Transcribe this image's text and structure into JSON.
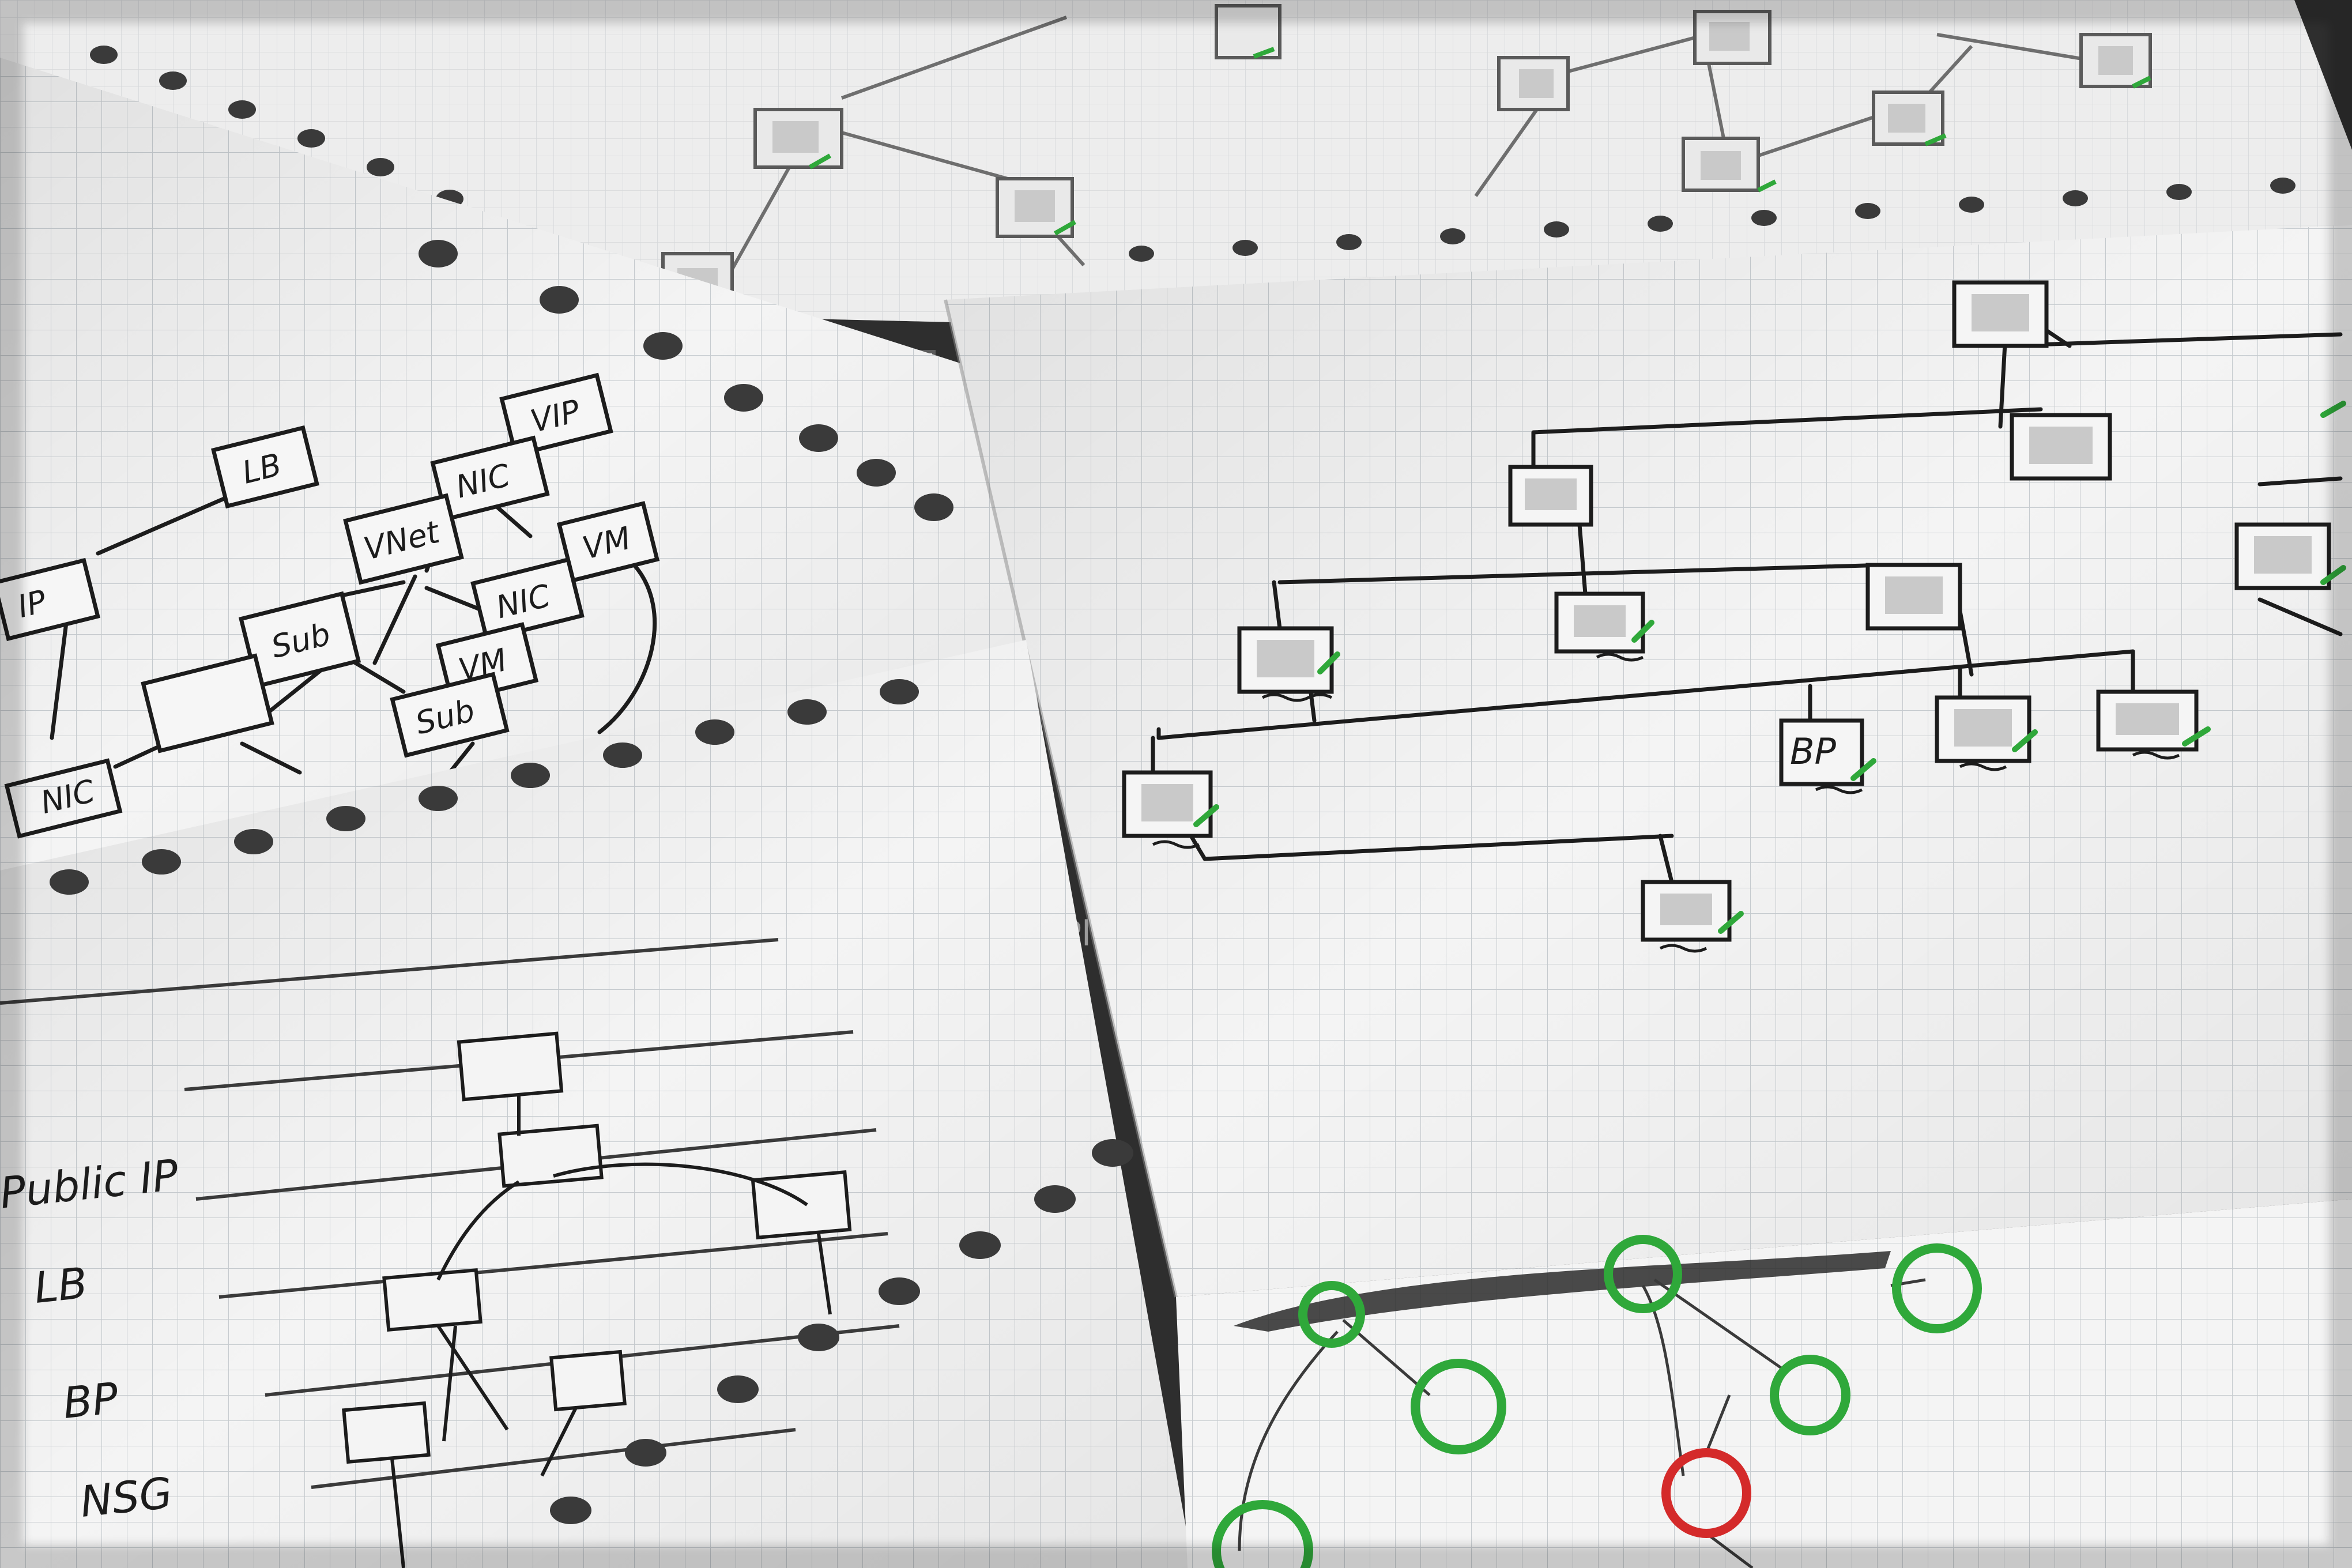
{
  "photo": {
    "subject": "hand-drawn-network-diagram-sketches-on-grid-paper",
    "ink_color": "#1c1c1c",
    "check_color": "#2fa83a",
    "alert_color": "#d42a2a",
    "redaction_color": "#c9c9c9"
  },
  "sheet_left": {
    "node_labels": [
      "VIP",
      "NIC",
      "VM",
      "LB",
      "VNet",
      "NIC",
      "VM",
      "IP",
      "Sub",
      "Sub",
      "NIC"
    ]
  },
  "sheet_bottom_left": {
    "row_labels": [
      "Public IP",
      "LB",
      "BP",
      "NSG"
    ]
  },
  "sheet_right": {
    "box_label": "BP",
    "margin_note": "Pl"
  }
}
